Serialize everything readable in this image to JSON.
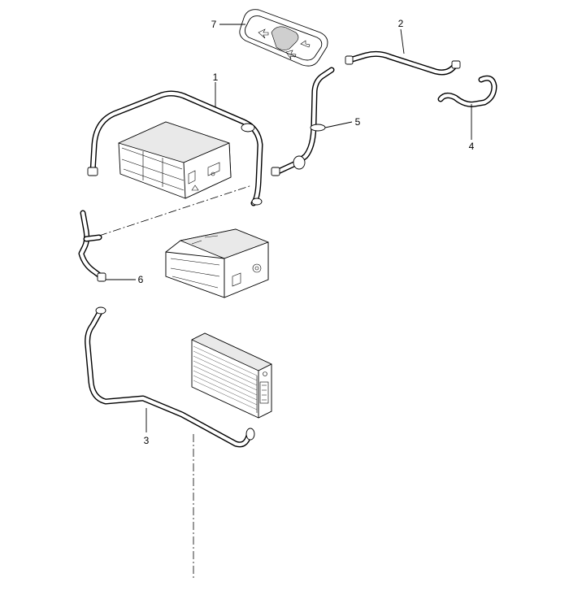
{
  "callouts": [
    {
      "id": "1",
      "label": "1"
    },
    {
      "id": "2",
      "label": "2"
    },
    {
      "id": "3",
      "label": "3"
    },
    {
      "id": "4",
      "label": "4"
    },
    {
      "id": "5",
      "label": "5"
    },
    {
      "id": "6",
      "label": "6"
    },
    {
      "id": "7",
      "label": "7"
    }
  ],
  "colors": {
    "line": "#000000",
    "background": "#ffffff",
    "shade": "#e9e9e9"
  }
}
